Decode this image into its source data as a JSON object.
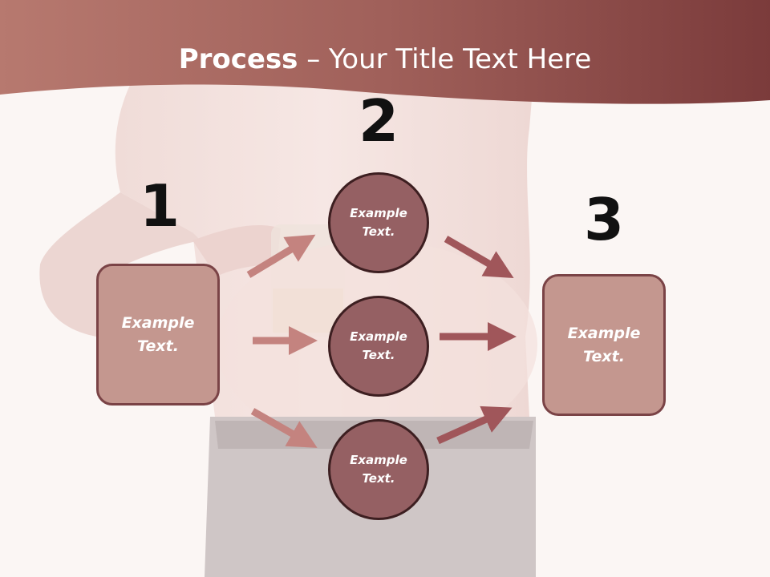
{
  "slide": {
    "title_bold": "Process",
    "title_rest": " – Your Title Text Here",
    "steps": [
      {
        "number": "1",
        "text_line1": "Example",
        "text_line2": "Text."
      },
      {
        "number": "2"
      },
      {
        "number": "3",
        "text_line1": "Example",
        "text_line2": "Text."
      }
    ],
    "circles": [
      {
        "text_line1": "Example",
        "text_line2": "Text."
      },
      {
        "text_line1": "Example",
        "text_line2": "Text."
      },
      {
        "text_line1": "Example",
        "text_line2": "Text."
      }
    ]
  },
  "colors": {
    "banner": "#9c5651",
    "box_fill": "#c4978f",
    "box_border": "#7a4346",
    "circle_fill": "#956063",
    "circle_border": "#3d1f21",
    "arrow_left": "#c4837f",
    "arrow_right": "#a0565a"
  }
}
